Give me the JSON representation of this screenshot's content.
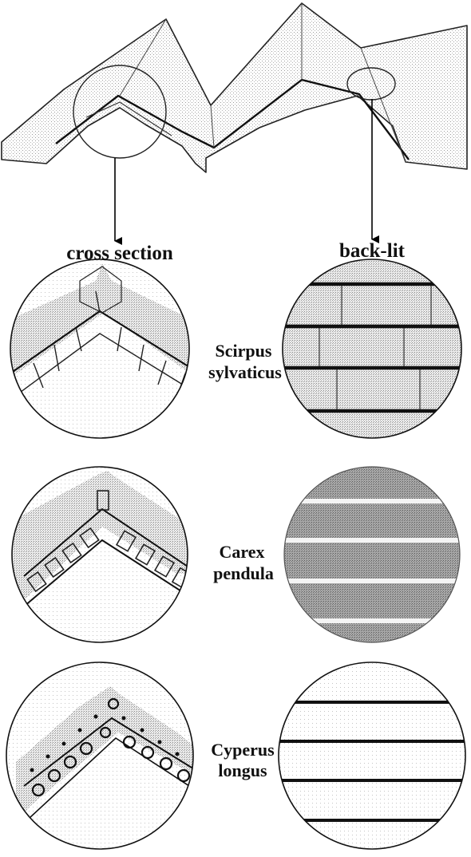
{
  "headings": {
    "cross_section": "cross section",
    "back_lit": "back-lit"
  },
  "rows": [
    {
      "genus": "Scirpus",
      "epithet": "sylvaticus",
      "cells": "rectangular",
      "backlit": "fine-lines"
    },
    {
      "genus": "Carex",
      "epithet": "pendula",
      "cells": "square",
      "backlit": "dark-bands"
    },
    {
      "genus": "Cyperus",
      "epithet": "longus",
      "cells": "papillose",
      "backlit": "thin-lines"
    }
  ]
}
